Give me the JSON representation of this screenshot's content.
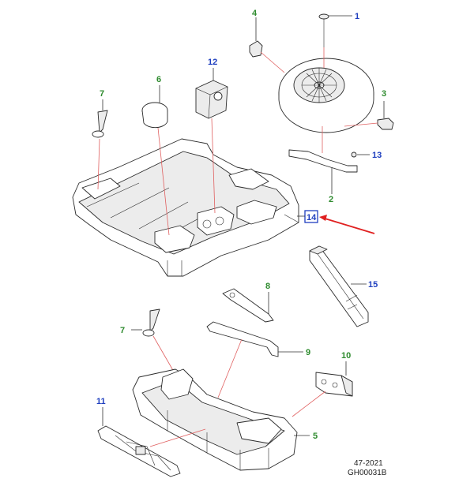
{
  "callouts": {
    "c1": "1",
    "c2": "2",
    "c3": "3",
    "c4": "4",
    "c5": "5",
    "c6": "6",
    "c7a": "7",
    "c7b": "7",
    "c8": "8",
    "c9": "9",
    "c10": "10",
    "c11": "11",
    "c12": "12",
    "c13": "13",
    "c14": "14",
    "c15": "15"
  },
  "colors": {
    "green": "#2e8b2e",
    "blue": "#1f3fbf",
    "highlight_arrow": "#e02020",
    "leader_red": "#e06060"
  },
  "footer": {
    "date": "47-2021",
    "ref": "GH00031B"
  }
}
